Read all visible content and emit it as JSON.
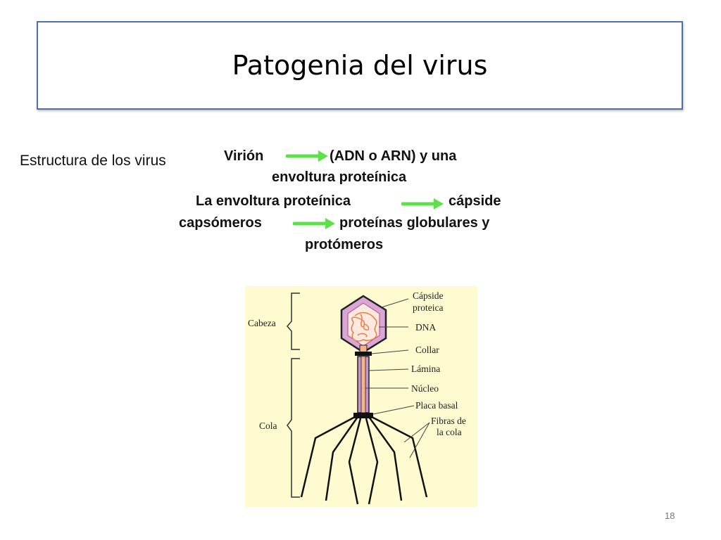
{
  "slide": {
    "title": "Patogenia del virus",
    "side_label": "Estructura de los virus",
    "page_number": "18"
  },
  "text_lines": {
    "l1_a": "Virión",
    "l1_b": "(ADN o ARN) y una",
    "l2": "envoltura proteínica",
    "l3_a": "La envoltura proteínica",
    "l3_b": "cápside",
    "l4_a": "capsómeros",
    "l4_b": "proteínas globulares y",
    "l5": "protómeros"
  },
  "diagram": {
    "background_color": "#fdfbcf",
    "capsid_color": "#d9a6d5",
    "dna_color": "#e8844a",
    "tail_color": "#c995c9",
    "core_color": "#f4b48a",
    "labels": {
      "cabeza": "Cabeza",
      "cola": "Cola",
      "capside_1": "Cápside",
      "capside_2": "proteica",
      "dna": "DNA",
      "collar": "Collar",
      "lamina": "Lámina",
      "nucleo": "Núcleo",
      "placa": "Placa basal",
      "fibras_1": "Fibras de",
      "fibras_2": "la cola"
    }
  },
  "colors": {
    "arrow": "#5de04a",
    "title_border": "#4f6fa8"
  }
}
